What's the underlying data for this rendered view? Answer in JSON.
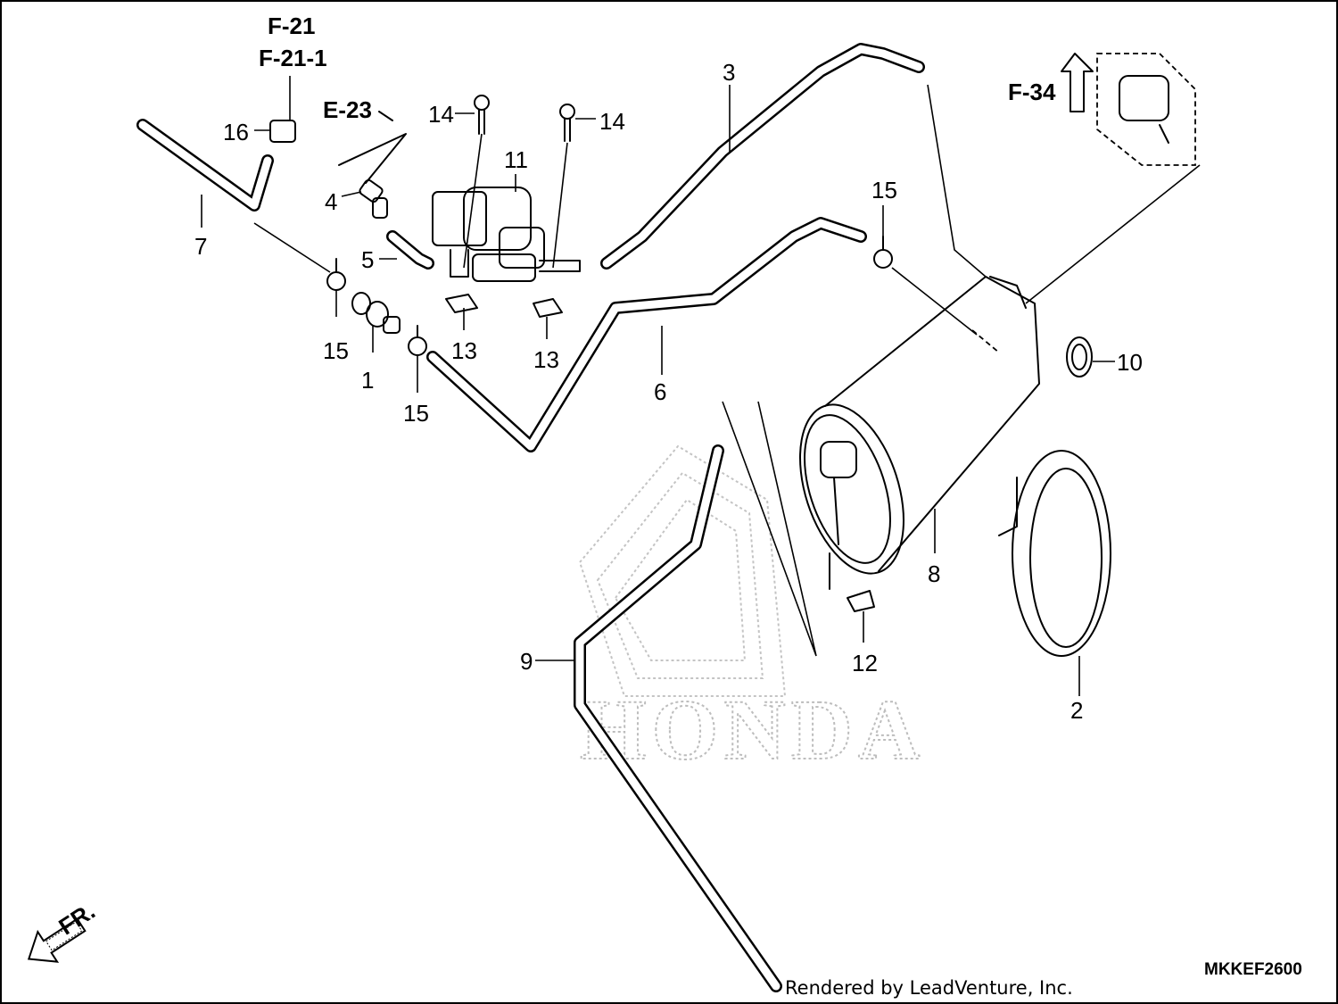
{
  "refs": {
    "f21": "F-21",
    "f21_1": "F-21-1",
    "e23": "E-23",
    "f34": "F-34"
  },
  "callouts": {
    "p1": "1",
    "p2": "2",
    "p3": "3",
    "p4": "4",
    "p5": "5",
    "p6": "6",
    "p7": "7",
    "p8": "8",
    "p9": "9",
    "p10": "10",
    "p11": "11",
    "p12": "12",
    "p13a": "13",
    "p13b": "13",
    "p14a": "14",
    "p14b": "14",
    "p15a": "15",
    "p15b": "15",
    "p15c": "15",
    "p16": "16"
  },
  "watermark": {
    "brand": "HONDA"
  },
  "front_marker": "FR.",
  "diagram_code": "MKKEF2600",
  "credit": "Rendered by LeadVenture, Inc."
}
